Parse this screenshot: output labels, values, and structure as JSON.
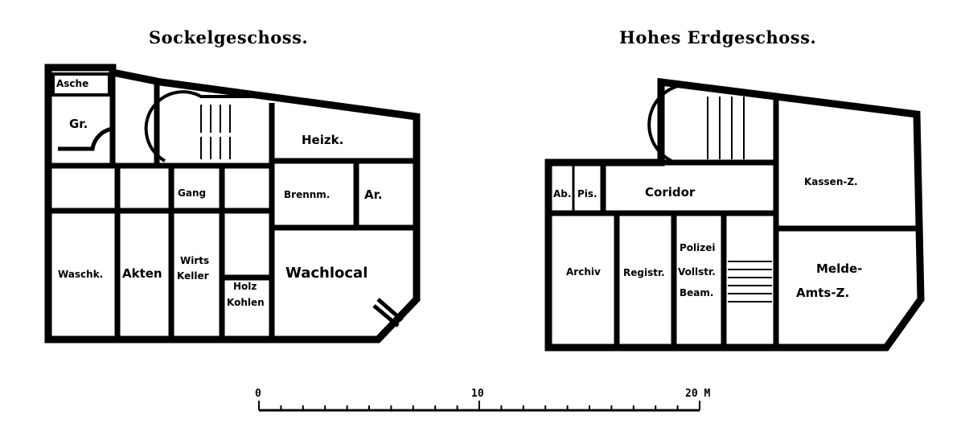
{
  "plans": [
    {
      "title": "Sockelgeschoss.",
      "rooms": [
        "Asche",
        "Gr.",
        "Heizk.",
        "Gang",
        "Brennm.",
        "Ar.",
        "Waschk.",
        "Akten",
        "Wirts",
        "Keller",
        "Holz",
        "Kohlen",
        "Wachlocal"
      ]
    },
    {
      "title": "Hohes Erdgeschoss.",
      "rooms": [
        "Ab.",
        "Pis.",
        "Coridor",
        "Kassen-Z.",
        "Archiv",
        "Registr.",
        "Polizei",
        "Vollstr.",
        "Beam.",
        "Melde-",
        "Amts-Z."
      ]
    }
  ],
  "scale": {
    "labels": [
      "0",
      "10",
      "20 M"
    ]
  }
}
